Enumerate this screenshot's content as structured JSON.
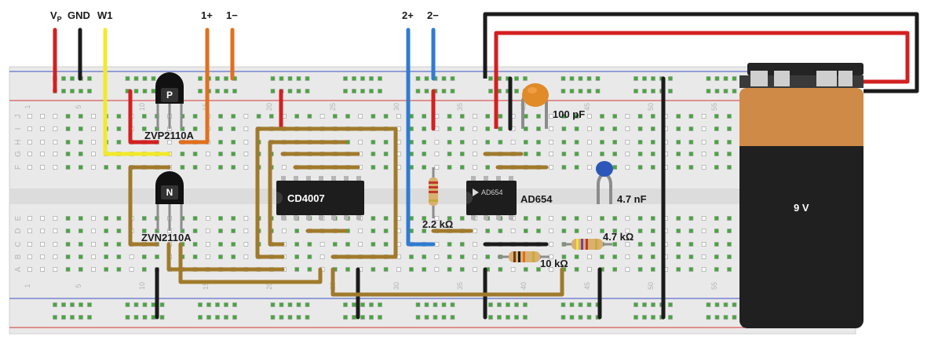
{
  "top_labels": {
    "vp": "V",
    "vp_sub": "P",
    "gnd": "GND",
    "w1": "W1",
    "one_plus": "1+",
    "one_minus": "1−",
    "two_plus": "2+",
    "two_minus": "2−"
  },
  "components": {
    "pmos_name": "ZVP2110A",
    "pmos_letter": "P",
    "nmos_name": "ZVN2110A",
    "nmos_letter": "N",
    "cd4007": "CD4007",
    "ad654_logo": "AD654",
    "ad654_name": "AD654",
    "cap_100pf": "100 pF",
    "cap_4_7nf": "4.7 nF",
    "r_2_2k": "2.2 kΩ",
    "r_4_7k": "4.7 kΩ",
    "r_10k": "10 kΩ",
    "battery": "9 V"
  },
  "row_letters": [
    "J",
    "I",
    "H",
    "G",
    "F",
    "E",
    "D",
    "C",
    "B",
    "A"
  ],
  "column_numbers": [
    "1",
    "5",
    "10",
    "15",
    "20",
    "25",
    "30",
    "35",
    "40",
    "45",
    "50",
    "55"
  ],
  "colors": {
    "board": "#e9e9e9",
    "hole_ring": "#9a9a9a",
    "hole_green": "#44a83c",
    "rail_red": "#d43535",
    "rail_blue": "#3b52c4",
    "wire_red": "#d32020",
    "wire_black": "#1b1b1b",
    "wire_yellow": "#f2e92a",
    "wire_orange": "#e0701d",
    "wire_blue": "#2f7bd1",
    "wire_tan": "#a07a2c",
    "battery_orange": "#cf8a47",
    "battery_black": "#202020"
  }
}
